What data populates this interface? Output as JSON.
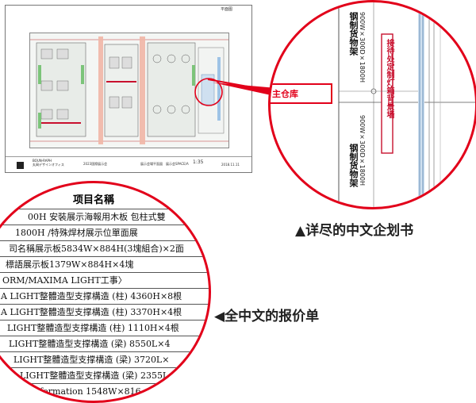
{
  "plan": {
    "sheet_title": "平面图",
    "company_name": "BOUN-RAPH\n丸岡デザインオフィス",
    "project_label": "2023国際展示会",
    "drawing_label": "展示会場平面図",
    "spec_label": "展示会SPACE/A",
    "scale": "1:35",
    "date": "2018.11.11"
  },
  "zoom": {
    "location_label": "主仓库",
    "shelf_top": "钢制货物架",
    "shelf_top_dims": "900W×300D×1800H",
    "wall_note": "接待处定制灯箱背景墙",
    "shelf_bottom": "钢制货物架",
    "shelf_bottom_dims": "900W×300D×1800H",
    "caption": "▲详尽的中文企划书"
  },
  "quote": {
    "header": "项目名稱",
    "rows": [
      "00H 安裝展示海報用木板 包柱式雙",
      "1800H        /特殊焊材展示位單面展",
      "司名稱展示板5834W×884H(3塊組合)×2面",
      "標語展示板1379W×884H×4塊",
      "ORM/MAXIMA LIGHT工事〉",
      "A LIGHT整體造型支撑構造 (柱) 4360H×8根",
      "A LIGHT整體造型支撑構造 (柱) 3370H×4根",
      "LIGHT整體造型支撑構造 (柱) 1110H×4根",
      "LIGHT整體造型支撑構造 (梁) 8550L×4",
      "LIGHT整體造型支撑構造 (梁) 3720L×",
      "LIGHT整體造型支撑構造 (梁) 2355L",
      "nformation 1548W×816"
    ],
    "caption": "◀全中文的报价单"
  },
  "colors": {
    "accent": "#e2001a",
    "wall": "#c8102e",
    "blue": "#8fb3d9"
  }
}
